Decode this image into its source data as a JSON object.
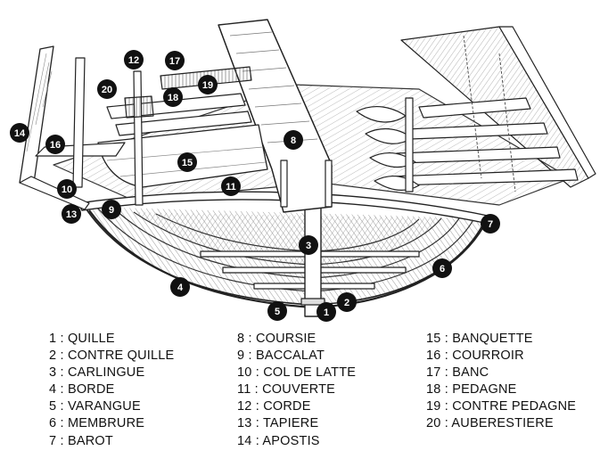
{
  "callouts": [
    {
      "num": "1"
    },
    {
      "num": "2"
    },
    {
      "num": "3"
    },
    {
      "num": "4"
    },
    {
      "num": "5"
    },
    {
      "num": "6"
    },
    {
      "num": "7"
    },
    {
      "num": "8"
    },
    {
      "num": "9"
    },
    {
      "num": "10"
    },
    {
      "num": "11"
    },
    {
      "num": "12"
    },
    {
      "num": "13"
    },
    {
      "num": "14"
    },
    {
      "num": "15"
    },
    {
      "num": "16"
    },
    {
      "num": "17"
    },
    {
      "num": "18"
    },
    {
      "num": "19"
    },
    {
      "num": "20"
    }
  ],
  "legend": {
    "col1": [
      "1 : QUILLE",
      "2 : CONTRE QUILLE",
      "3 : CARLINGUE",
      "4 : BORDE",
      "5 : VARANGUE",
      "6 : MEMBRURE",
      "7 : BAROT"
    ],
    "col2": [
      "8 : COURSIE",
      "9 : BACCALAT",
      "10 : COL DE LATTE",
      "11 : COUVERTE",
      "12 : CORDE",
      "13 : TAPIERE",
      "14 : APOSTIS"
    ],
    "col3": [
      "15 : BANQUETTE",
      "16 : COURROIR",
      "17 : BANC",
      "18 : PEDAGNE",
      "19 : CONTRE PEDAGNE",
      "20 : AUBERESTIERE"
    ]
  }
}
